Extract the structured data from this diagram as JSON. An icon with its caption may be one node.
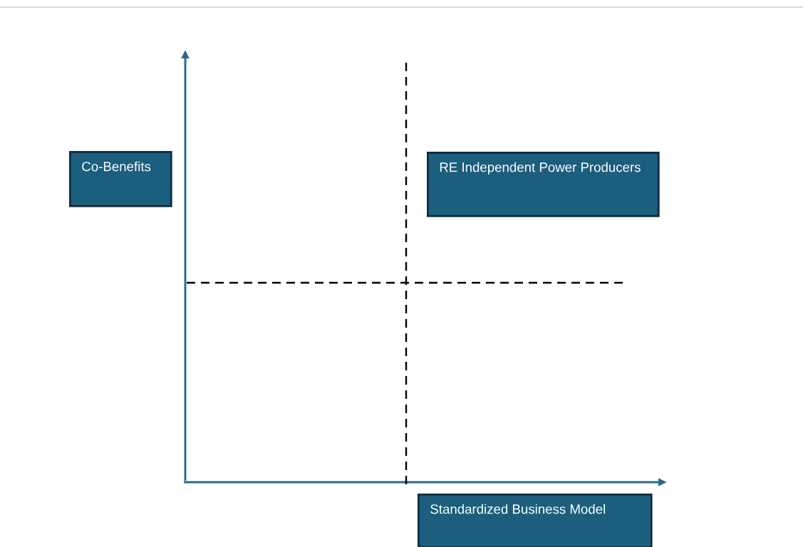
{
  "diagram": {
    "nodes": [
      {
        "text": [
          "Co-Benefits"
        ]
      },
      {
        "text": [
          "RE Independent Power Producers"
        ]
      },
      {
        "text": [
          "Standardized Business Model"
        ]
      }
    ]
  }
}
